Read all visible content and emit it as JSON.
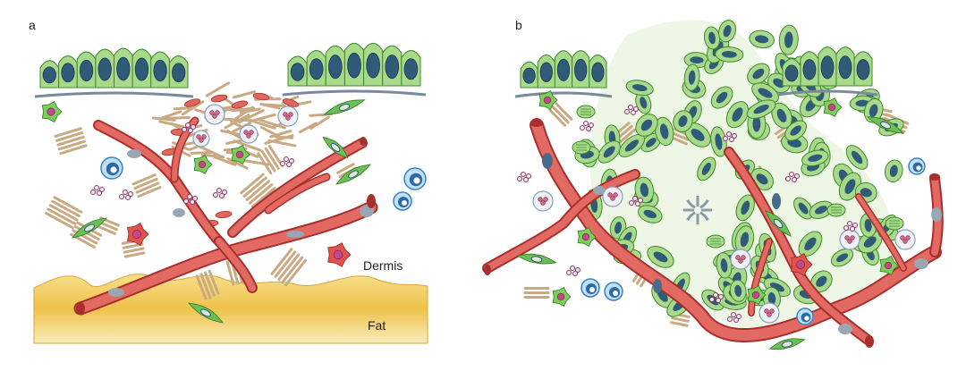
{
  "panels": [
    {
      "id": "a",
      "label": "a",
      "tissue_labels": [
        "Dermis",
        "Fat"
      ]
    },
    {
      "id": "b",
      "label": "b"
    }
  ],
  "colors": {
    "epithelium": "#a9d98a",
    "epithelium_edge": "#3f8a2e",
    "nucleus": "#2f5a78",
    "vessel": "#e2655e",
    "vessel_edge": "#a8302c",
    "fat": "#efc24a",
    "collagen": "#c9a982",
    "fibroblast": "#6cbf55",
    "lymphocyte": "#3a82c4"
  }
}
